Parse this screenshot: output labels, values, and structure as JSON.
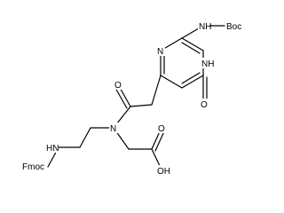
{
  "molecule": {
    "labels": {
      "boc_nh": "NH",
      "boc": "Boc",
      "ring_n_top": "N",
      "ring_nh": "NH",
      "ring_oxo": "O",
      "amide_o": "O",
      "amide_n": "N",
      "fmoc_nh": "HN",
      "fmoc": "Fmoc",
      "acid_o": "O",
      "acid_oh": "OH"
    }
  }
}
